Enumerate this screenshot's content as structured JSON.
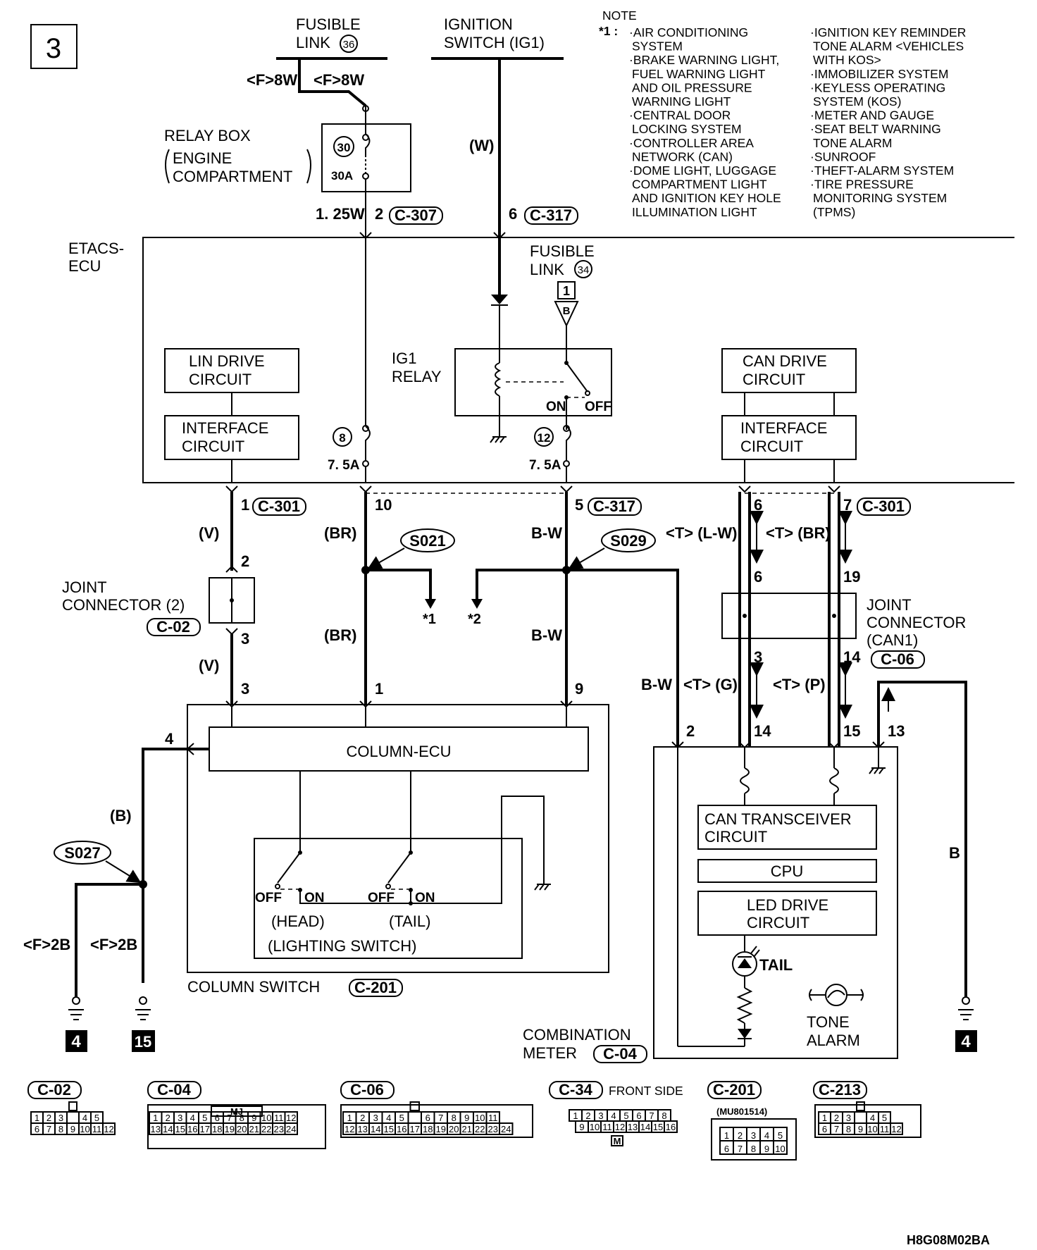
{
  "page_number": "3",
  "fusible_link_36": {
    "line1": "FUSIBLE",
    "line2": "LINK",
    "num": "36"
  },
  "ignition_switch": {
    "line1": "IGNITION",
    "line2": "SWITCH (IG1)"
  },
  "note": {
    "title": "NOTE",
    "marker": "*1 :",
    "col1": [
      "·AIR CONDITIONING",
      "SYSTEM",
      "·BRAKE WARNING LIGHT,",
      "FUEL WARNING LIGHT",
      "AND OIL PRESSURE",
      "WARNING LIGHT",
      "·CENTRAL DOOR",
      "LOCKING SYSTEM",
      "·CONTROLLER AREA",
      "NETWORK (CAN)",
      "·DOME LIGHT, LUGGAGE",
      "COMPARTMENT LIGHT",
      "AND IGNITION KEY HOLE",
      "ILLUMINATION LIGHT"
    ],
    "col2": [
      "·IGNITION KEY REMINDER",
      "TONE ALARM <VEHICLES",
      "WITH KOS>",
      "·IMMOBILIZER SYSTEM",
      "·KEYLESS OPERATING",
      "SYSTEM (KOS)",
      "·METER AND GAUGE",
      "·SEAT BELT WARNING",
      "TONE ALARM",
      "·SUNROOF",
      "·THEFT-ALARM SYSTEM",
      "·TIRE PRESSURE",
      "MONITORING SYSTEM",
      "(TPMS)"
    ]
  },
  "wires_top": {
    "f8w_left": "<F>8W",
    "f8w_right": "<F>8W",
    "w": "(W)",
    "size_125w": "1. 25W",
    "pin2": "2",
    "pin6": "6",
    "c307": "C-307",
    "c317": "C-317"
  },
  "relay_box": {
    "line1": "RELAY BOX",
    "line2": "ENGINE",
    "line3": "COMPARTMENT",
    "fuse_num": "30",
    "fuse_rating": "30A"
  },
  "etacs": {
    "line1": "ETACS-",
    "line2": "ECU"
  },
  "fusible_link_34": {
    "line1": "FUSIBLE",
    "line2": "LINK",
    "num": "34",
    "box": "1",
    "tri": "B"
  },
  "lin_drive": {
    "line1": "LIN DRIVE",
    "line2": "CIRCUIT"
  },
  "interface_left": {
    "line1": "INTERFACE",
    "line2": "CIRCUIT"
  },
  "ig1_relay": {
    "line1": "IG1",
    "line2": "RELAY",
    "on": "ON",
    "off": "OFF"
  },
  "can_drive": {
    "line1": "CAN DRIVE",
    "line2": "CIRCUIT"
  },
  "interface_right": {
    "line1": "INTERFACE",
    "line2": "CIRCUIT"
  },
  "fuse8": {
    "num": "8",
    "rating": "7. 5A"
  },
  "fuse12": {
    "num": "12",
    "rating": "7. 5A"
  },
  "pins_mid": {
    "p1": "1",
    "c301a": "C-301",
    "p10": "10",
    "p5": "5",
    "c317b": "C-317",
    "p6": "6",
    "p7": "7",
    "c301b": "C-301"
  },
  "colors_mid": {
    "v": "(V)",
    "br": "(BR)",
    "bw": "B-W",
    "t_lw": "<T> (L-W)",
    "t_br": "<T> (BR)"
  },
  "splices": {
    "s021": "S021",
    "s029": "S029",
    "s027": "S027",
    "star1": "*1",
    "star2": "*2"
  },
  "joint2": {
    "pin_top": "2",
    "pin_bot": "3",
    "line1": "JOINT",
    "line2": "CONNECTOR (2)",
    "conn": "C-02"
  },
  "joint_can": {
    "p6": "6",
    "p19": "19",
    "p3": "3",
    "p14": "14",
    "line1": "JOINT",
    "line2": "CONNECTOR",
    "line3": "(CAN1)",
    "conn": "C-06"
  },
  "lower": {
    "v2": "(V)",
    "br2": "(BR)",
    "bw2": "B-W",
    "bw3": "B-W",
    "t_g": "<T> (G)",
    "t_p": "<T> (P)",
    "cs_p3": "3",
    "cs_p1": "1",
    "cs_p9": "9",
    "cs_p4": "4",
    "m_p2": "2",
    "m_p14": "14",
    "m_p15": "15",
    "m_p13": "13",
    "b": "B",
    "b_paren": "(B)"
  },
  "column_ecu": "COLUMN-ECU",
  "lighting": {
    "off1": "OFF",
    "on1": "ON",
    "off2": "OFF",
    "on2": "ON",
    "head": "(HEAD)",
    "tail": "(TAIL)",
    "name": "(LIGHTING SWITCH)"
  },
  "column_switch": {
    "label": "COLUMN SWITCH",
    "conn": "C-201"
  },
  "meter": {
    "can_tr1": "CAN TRANSCEIVER",
    "can_tr2": "CIRCUIT",
    "cpu": "CPU",
    "led1": "LED DRIVE",
    "led2": "CIRCUIT",
    "tail": "TAIL",
    "tone1": "TONE",
    "tone2": "ALARM",
    "label1": "COMBINATION",
    "label2": "METER",
    "conn": "C-04"
  },
  "grounds": {
    "f2b_left": "<F>2B",
    "f2b_right": "<F>2B",
    "g4a": "4",
    "g15": "15",
    "g4b": "4"
  },
  "connectors": {
    "c02": {
      "name": "C-02",
      "row1": [
        "1",
        "2",
        "3",
        "",
        "4",
        "5"
      ],
      "row2": [
        "6",
        "7",
        "8",
        "9",
        "10",
        "11",
        "12"
      ]
    },
    "c04": {
      "name": "C-04",
      "tag": "MJ",
      "row1": [
        "1",
        "2",
        "3",
        "4",
        "5",
        "6",
        "7",
        "8",
        "9",
        "10",
        "11",
        "12"
      ],
      "row2": [
        "13",
        "14",
        "15",
        "16",
        "17",
        "18",
        "19",
        "20",
        "21",
        "22",
        "23",
        "24"
      ]
    },
    "c06": {
      "name": "C-06",
      "row1": [
        "1",
        "2",
        "3",
        "4",
        "5",
        "",
        "6",
        "7",
        "8",
        "9",
        "10",
        "11"
      ],
      "row2": [
        "12",
        "13",
        "14",
        "15",
        "16",
        "17",
        "18",
        "19",
        "20",
        "21",
        "22",
        "23",
        "24"
      ]
    },
    "c34": {
      "name": "C-34",
      "side": "FRONT SIDE",
      "tag": "M",
      "row1": [
        "1",
        "2",
        "3",
        "4",
        "5",
        "6",
        "7",
        "8"
      ],
      "row2": [
        "9",
        "10",
        "11",
        "12",
        "13",
        "14",
        "15",
        "16"
      ]
    },
    "c201": {
      "name": "C-201",
      "part": "(MU801514)",
      "row1": [
        "1",
        "2",
        "3",
        "4",
        "5"
      ],
      "row2": [
        "6",
        "7",
        "8",
        "9",
        "10"
      ]
    },
    "c213": {
      "name": "C-213",
      "row1": [
        "1",
        "2",
        "3",
        "",
        "4",
        "5"
      ],
      "row2": [
        "6",
        "7",
        "8",
        "9",
        "10",
        "11",
        "12"
      ]
    }
  },
  "footer_code": "H8G08M02BA"
}
